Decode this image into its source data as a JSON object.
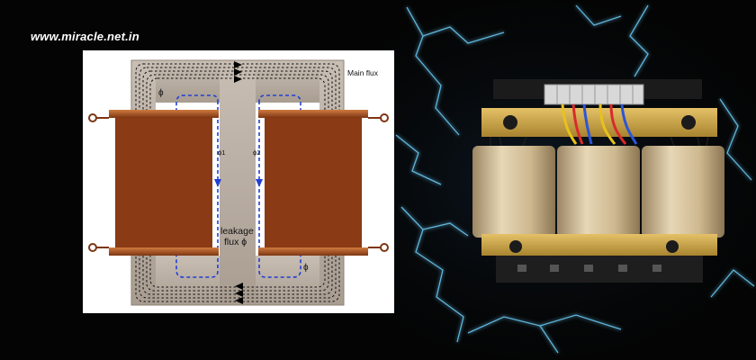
{
  "header": {
    "site_url": "www.miracle.net.in"
  },
  "diagram": {
    "main_flux_label": "Main flux",
    "phi_label": "ϕ",
    "phi1_label": "ϕ1",
    "phi2_label": "ϕ2",
    "leakage_line1": "leakage",
    "leakage_line2": "flux ϕ",
    "core_color": "#b9aea3",
    "coil_color": "#c0622b",
    "leakage_color": "#1f3fd6"
  },
  "photo": {
    "subject": "three-phase-reactor-photo"
  }
}
